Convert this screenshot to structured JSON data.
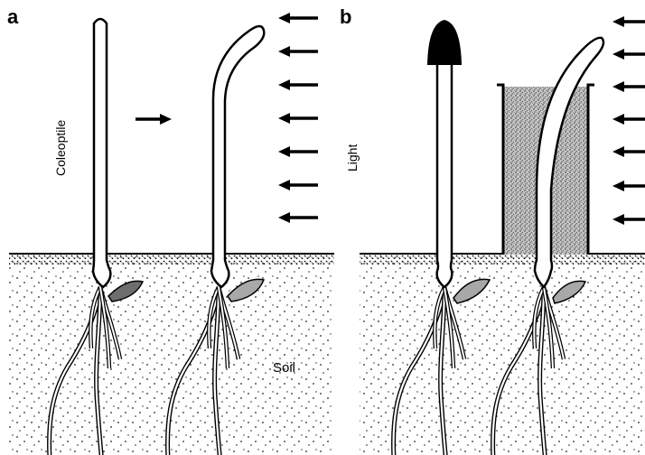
{
  "panels": [
    {
      "letter": "a",
      "label_coleoptile": "Coleoptile",
      "label_soil": "Soil"
    },
    {
      "letter": "b",
      "label_light": "Light"
    }
  ],
  "colors": {
    "ink": "#000000",
    "plant_fill": "#ffffff",
    "seed_a": "#6e6e6e",
    "seed_b": "#a8a8a8",
    "cap": "#000000",
    "soil_dots": "#2a2a2a",
    "gel_block": "#9a9a9a"
  }
}
